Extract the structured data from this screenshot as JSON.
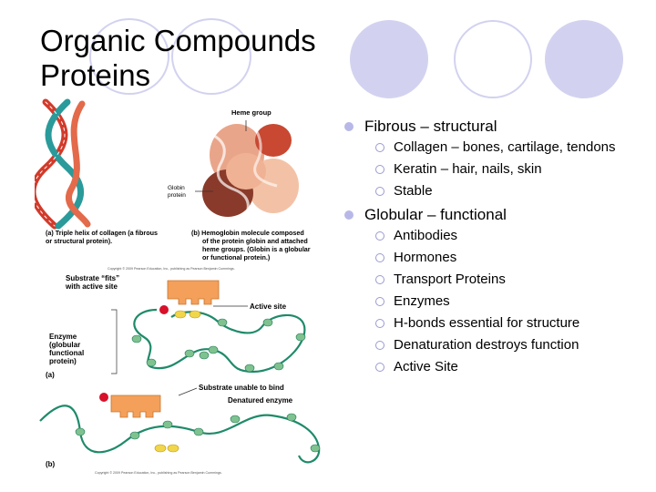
{
  "slide": {
    "title_line1": "Organic Compounds",
    "title_line2": "Proteins",
    "decor_colors": {
      "filled": "#d2d2f0",
      "ring": "#d2d2f0"
    }
  },
  "bullets": [
    {
      "text": "Fibrous – structural",
      "sub": [
        "Collagen – bones, cartilage, tendons",
        "Keratin – hair, nails, skin",
        "Stable"
      ]
    },
    {
      "text": "Globular – functional",
      "sub": [
        "Antibodies",
        "Hormones",
        "Transport Proteins",
        "Enzymes",
        "H-bonds essential for structure",
        "Denaturation destroys function",
        "Active Site"
      ]
    }
  ],
  "figure": {
    "heme_group": "Heme group",
    "globin_l1": "Globin",
    "globin_l2": "protein",
    "cap_a_l1": "(a) Triple helix of collagen (a fibrous",
    "cap_a_l2": "or structural protein).",
    "cap_b_l1": "(b) Hemoglobin molecule composed",
    "cap_b_l2": "of the protein globin and attached",
    "cap_b_l3": "heme groups. (Globin is a globular",
    "cap_b_l4": "or functional protein.)",
    "copyright_top": "Copyright © 2009 Pearson Education, Inc., publishing as Pearson Benjamin Cummings.",
    "substrate_fits_l1": "Substrate “fits”",
    "substrate_fits_l2": "with active site",
    "active_site": "Active site",
    "enzyme_l1": "Enzyme",
    "enzyme_l2": "(globular",
    "enzyme_l3": "functional",
    "enzyme_l4": "protein)",
    "panel_a": "(a)",
    "substrate_unable": "Substrate unable to bind",
    "denatured": "Denatured enzyme",
    "panel_b": "(b)",
    "copyright_bottom": "Copyright © 2009 Pearson Education, Inc., publishing as Pearson Benjamin Cummings.",
    "colors": {
      "strand_red": "#d23a2a",
      "strand_teal": "#2a9a9a",
      "chain_green": "#1f8a6a",
      "bead_green": "#7fc28f",
      "substrate_orange": "#f4a05a",
      "yellow": "#f2d64a",
      "red_dot": "#d8102a"
    }
  }
}
